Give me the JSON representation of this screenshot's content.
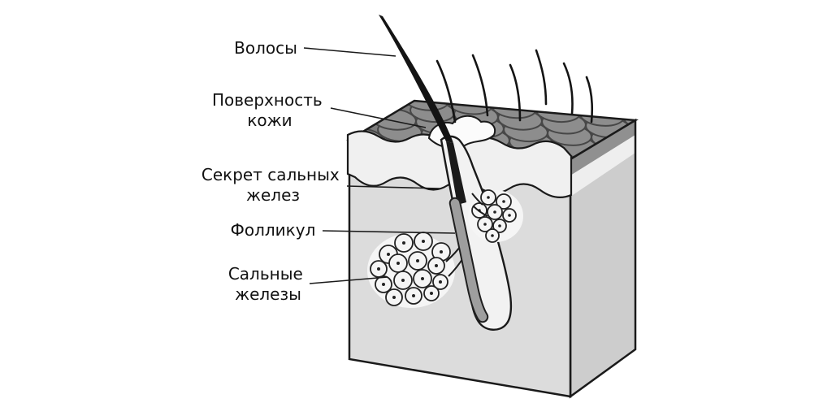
{
  "labels": {
    "hair": "Волосы",
    "surface_line1": "Поверхность",
    "surface_line2": "кожи",
    "sebum_line1": "Секрет сальных",
    "sebum_line2": "желез",
    "follicle": "Фолликул",
    "glands_line1": "Сальные",
    "glands_line2": "железы"
  },
  "colors": {
    "background": "#ffffff",
    "top_face": "#7c7c7c",
    "cobble_fill": "#8d8d8d",
    "front_face": "#dcdcdc",
    "side_face": "#cdcdcd",
    "epidermis_band": "#f0f0f0",
    "hair": "#141414",
    "hair_shaft_lower": "#9e9e9e",
    "follicle_fill": "#f2f2f2",
    "gland_fill": "#f5f5f5",
    "outline": "#1a1a1a"
  }
}
